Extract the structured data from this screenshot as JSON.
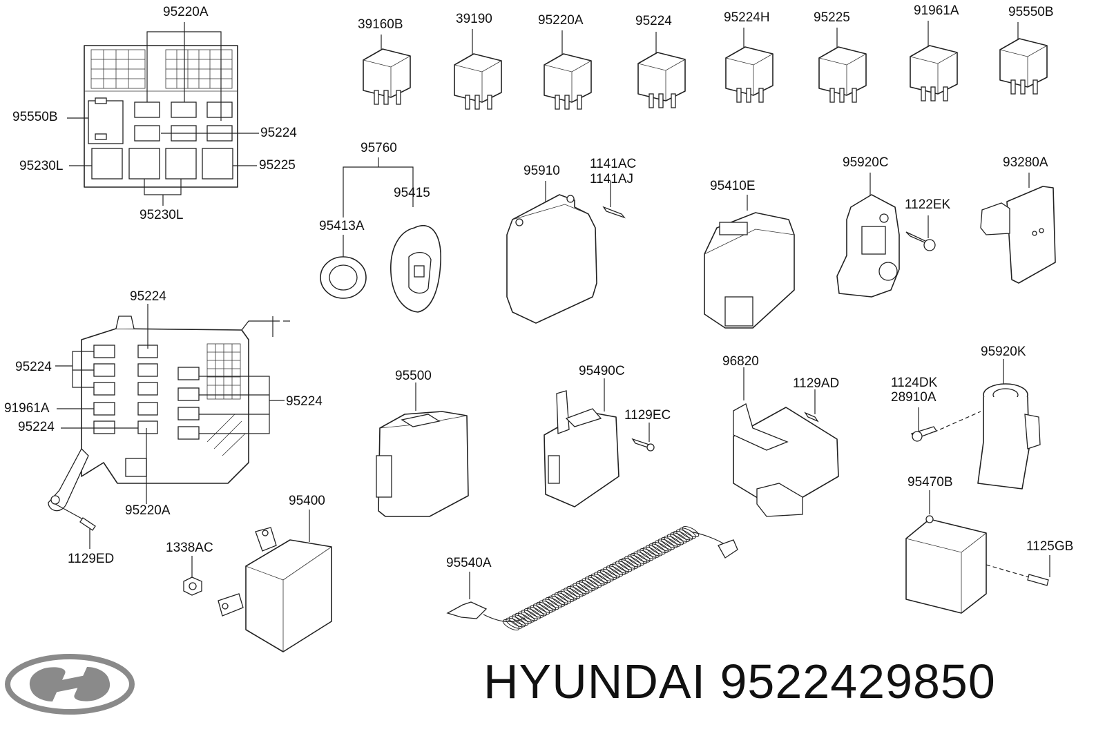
{
  "brand": {
    "text": "HYUNDAI 9522429850",
    "logo_icon": "hyundai-logo-icon"
  },
  "labels": [
    {
      "id": "l01",
      "text": "95220A"
    },
    {
      "id": "l02",
      "text": "95550B"
    },
    {
      "id": "l03",
      "text": "95224"
    },
    {
      "id": "l04",
      "text": "95230L"
    },
    {
      "id": "l05",
      "text": "95225"
    },
    {
      "id": "l06",
      "text": "95230L"
    },
    {
      "id": "l07",
      "text": "39160B"
    },
    {
      "id": "l08",
      "text": "39190"
    },
    {
      "id": "l09",
      "text": "95220A"
    },
    {
      "id": "l10",
      "text": "95224"
    },
    {
      "id": "l11",
      "text": "95224H"
    },
    {
      "id": "l12",
      "text": "95225"
    },
    {
      "id": "l13",
      "text": "91961A"
    },
    {
      "id": "l14",
      "text": "95550B"
    },
    {
      "id": "l15",
      "text": "95760"
    },
    {
      "id": "l16",
      "text": "95415"
    },
    {
      "id": "l17",
      "text": "95413A"
    },
    {
      "id": "l18",
      "text": "95910"
    },
    {
      "id": "l19",
      "text": "1141AC"
    },
    {
      "id": "l20",
      "text": "1141AJ"
    },
    {
      "id": "l21",
      "text": "95410E"
    },
    {
      "id": "l22",
      "text": "95920C"
    },
    {
      "id": "l23",
      "text": "1122EK"
    },
    {
      "id": "l24",
      "text": "93280A"
    },
    {
      "id": "l25",
      "text": "95224"
    },
    {
      "id": "l26",
      "text": "95224"
    },
    {
      "id": "l27",
      "text": "91961A"
    },
    {
      "id": "l28",
      "text": "95224"
    },
    {
      "id": "l29",
      "text": "95224"
    },
    {
      "id": "l30",
      "text": "95220A"
    },
    {
      "id": "l31",
      "text": "1129ED"
    },
    {
      "id": "l32",
      "text": "95500"
    },
    {
      "id": "l33",
      "text": "95490C"
    },
    {
      "id": "l34",
      "text": "1129EC"
    },
    {
      "id": "l35",
      "text": "96820"
    },
    {
      "id": "l36",
      "text": "1129AD"
    },
    {
      "id": "l37",
      "text": "1124DK"
    },
    {
      "id": "l38",
      "text": "28910A"
    },
    {
      "id": "l39",
      "text": "95920K"
    },
    {
      "id": "l40",
      "text": "95470B"
    },
    {
      "id": "l41",
      "text": "1125GB"
    },
    {
      "id": "l42",
      "text": "95400"
    },
    {
      "id": "l43",
      "text": "1338AC"
    },
    {
      "id": "l44",
      "text": "95540A"
    }
  ]
}
